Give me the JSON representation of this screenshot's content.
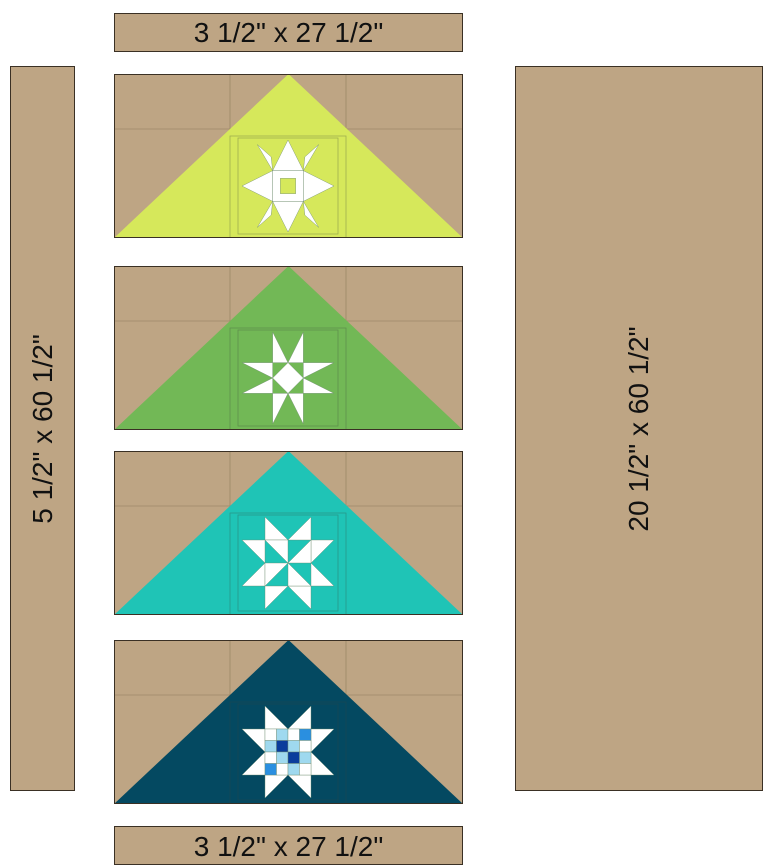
{
  "strips": {
    "top": "3 1/2\" x 27 1/2\"",
    "bottom": "3 1/2\" x 27 1/2\"",
    "left": "5 1/2\" x 60 1/2\"",
    "right": "20 1/2\" x 60 1/2\""
  },
  "colors": {
    "background_fabric": "#bea584",
    "outline": "#3a3024",
    "star_white": "#ffffff",
    "block_1": "#d6e85b",
    "block_2": "#72b856",
    "block_3": "#1fc4b6",
    "block_4": "#044961",
    "center_light_blue": "#9fd9ef",
    "center_blue": "#2a8fe0",
    "center_dark_blue": "#0a3d9c"
  },
  "blocks": [
    {
      "fabric": "lime",
      "star": "sawtooth-star-with-square-center"
    },
    {
      "fabric": "green",
      "star": "ohio-star"
    },
    {
      "fabric": "teal",
      "star": "eight-point-pinwheel-star"
    },
    {
      "fabric": "navy",
      "star": "star-with-checkerboard-center"
    }
  ]
}
